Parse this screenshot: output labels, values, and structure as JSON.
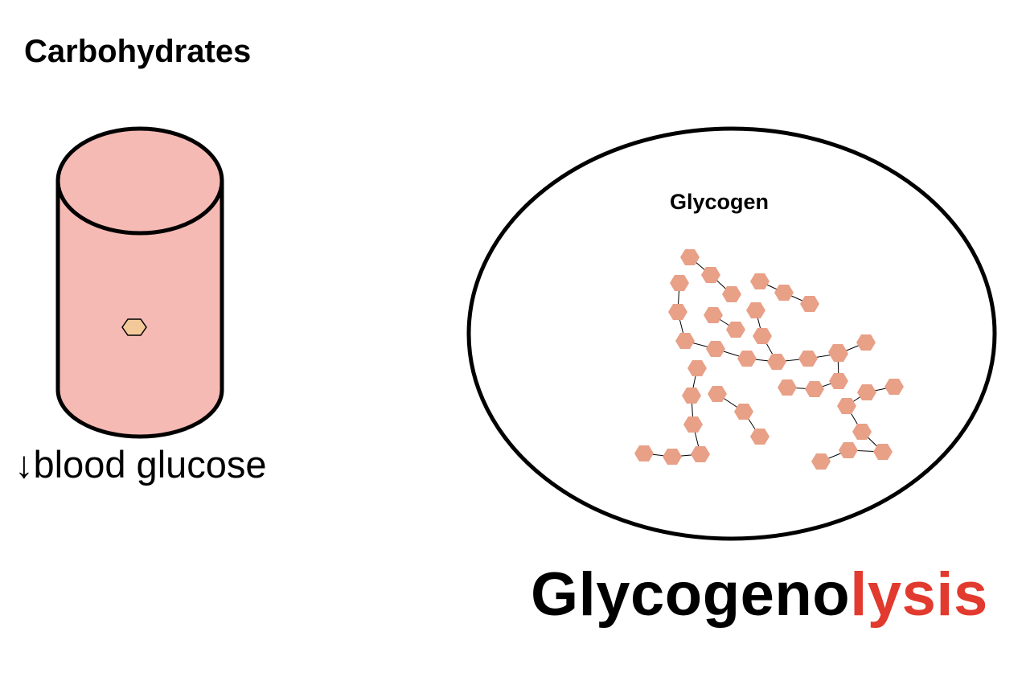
{
  "heading": "Carbohydrates",
  "blood_label": "↓blood glucose",
  "cell_label": "Glycogen",
  "process": {
    "prefix": "Glycogeno",
    "suffix": "lysis"
  },
  "colors": {
    "vessel_fill": "#f6bab5",
    "glucose_fill": "#f4c99a",
    "glycogen_unit": "#e8a087",
    "suffix": "#e23a2e",
    "outline": "#000000"
  }
}
